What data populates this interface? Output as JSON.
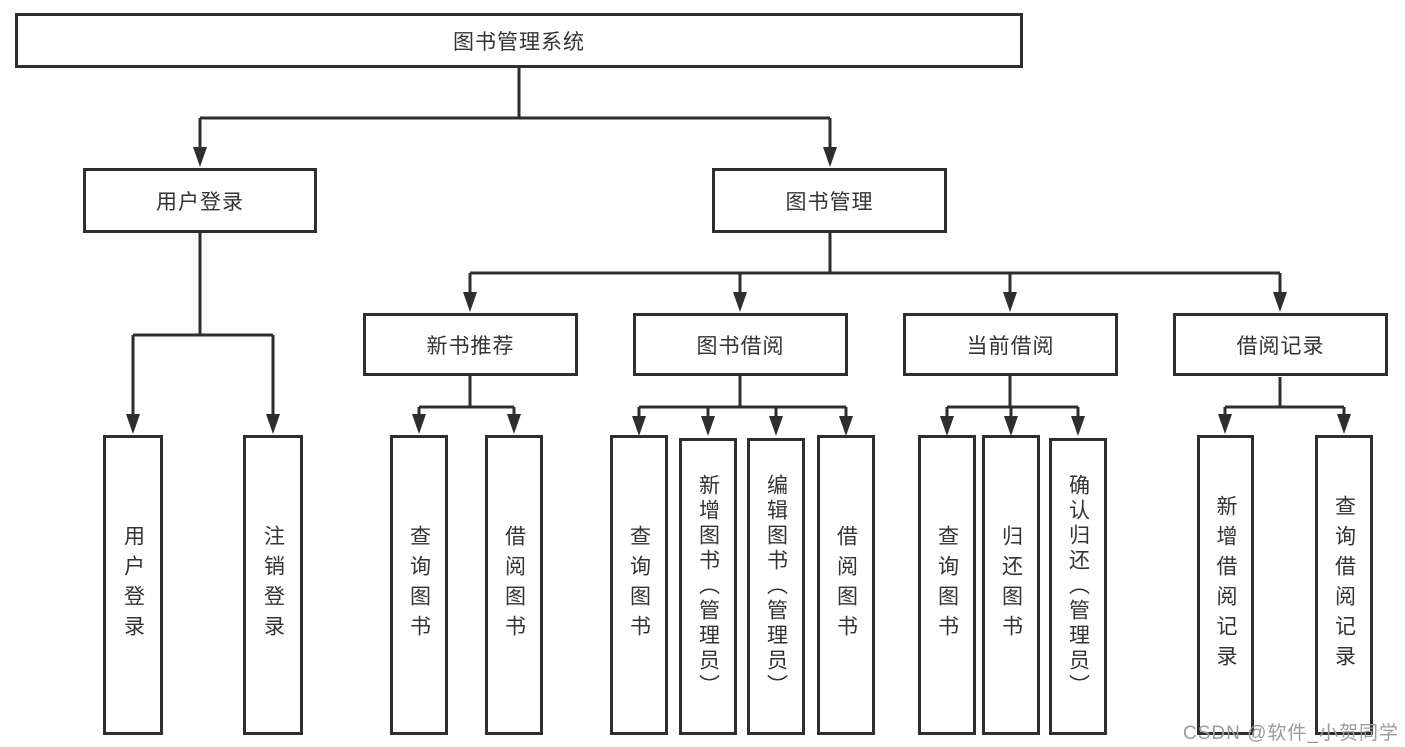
{
  "nodes": {
    "root": "图书管理系统",
    "user_login": "用户登录",
    "book_management": "图书管理",
    "new_book_recommend": "新书推荐",
    "book_borrowing": "图书借阅",
    "current_borrowing": "当前借阅",
    "borrowing_records": "借阅记录",
    "leaves": {
      "user_login": "用户登录",
      "logout": "注销登录",
      "query_books_recommend": "查询图书",
      "borrow_books_recommend": "借阅图书",
      "query_books_borrowing": "查询图书",
      "add_books_admin": "新增图书（管理员）",
      "edit_books_admin": "编辑图书（管理员）",
      "borrow_books_borrowing": "借阅图书",
      "query_books_current": "查询图书",
      "return_books": "归还图书",
      "confirm_return_admin": "确认归还（管理员）",
      "add_borrow_record": "新增借阅记录",
      "query_borrow_record": "查询借阅记录"
    }
  },
  "watermark": "CSDN @软件_小贺同学",
  "colors": {
    "line": "#2e2e2e",
    "box_border": "#2e2e2e",
    "text": "#333333",
    "watermark": "#9b9b9b",
    "background": "#ffffff"
  }
}
